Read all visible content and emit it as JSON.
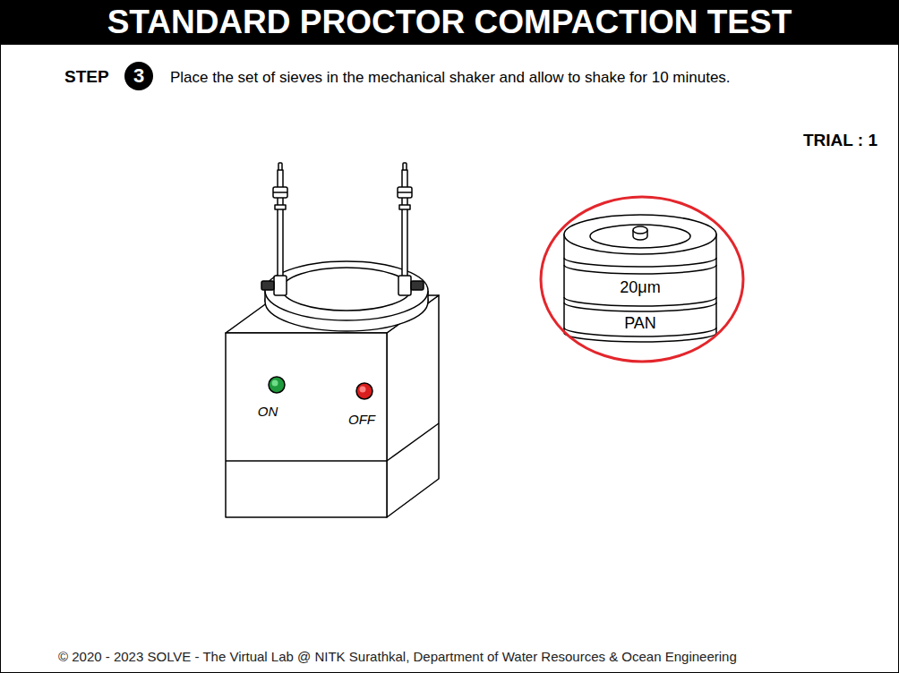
{
  "diagram": {
    "title": "STANDARD PROCTOR COMPACTION TEST",
    "nodes": [
      {
        "text": [
          "3"
        ]
      },
      {
        "text": [
          "20μm"
        ]
      },
      {
        "text": [
          "PAN"
        ]
      }
    ],
    "labels": [
      "STEP",
      "Place the set of sieves in the mechanical shaker and allow to shake for 10 minutes.",
      "TRIAL : 1",
      "ON",
      "OFF",
      "© 2020 - 2023 SOLVE - The Virtual Lab @ NITK Surathkal, Department of Water Resources & Ocean Engineering"
    ]
  }
}
